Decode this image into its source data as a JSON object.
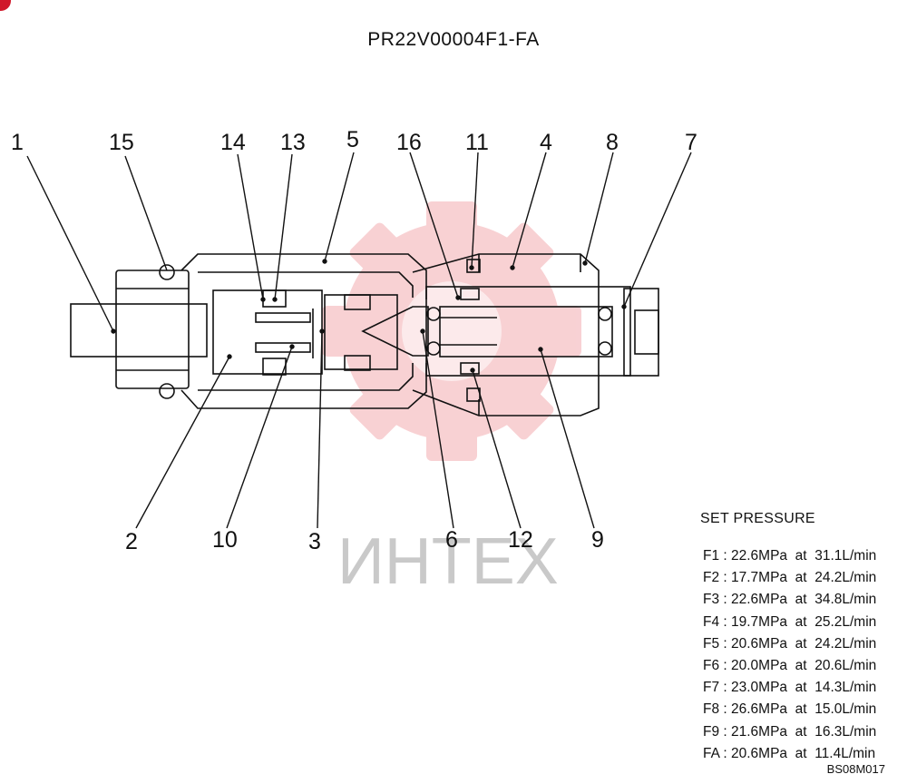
{
  "title": "PR22V00004F1-FA",
  "drawing_code": "BS08M017",
  "watermark": "ИНТЕХ",
  "part_numbers": [
    "1",
    "15",
    "14",
    "13",
    "5",
    "16",
    "11",
    "4",
    "8",
    "7",
    "2",
    "10",
    "3",
    "6",
    "12",
    "9"
  ],
  "set_pressure": {
    "heading": "SET PRESSURE",
    "rows": [
      "F1 : 22.6MPa  at  31.1L/min",
      "F2 : 17.7MPa  at  24.2L/min",
      "F3 : 22.6MPa  at  34.8L/min",
      "F4 : 19.7MPa  at  25.2L/min",
      "F5 : 20.6MPa  at  24.2L/min",
      "F6 : 20.0MPa  at  20.6L/min",
      "F7 : 23.0MPa  at  14.3L/min",
      "F8 : 26.6MPa  at  15.0L/min",
      "F9 : 21.6MPa  at  16.3L/min",
      "FA : 20.6MPa  at  11.4L/min"
    ]
  },
  "colors": {
    "watermark_red": "#f7c9cc",
    "watermark_gray": "#c9c9c9",
    "corner_mark": "#d0182a"
  }
}
